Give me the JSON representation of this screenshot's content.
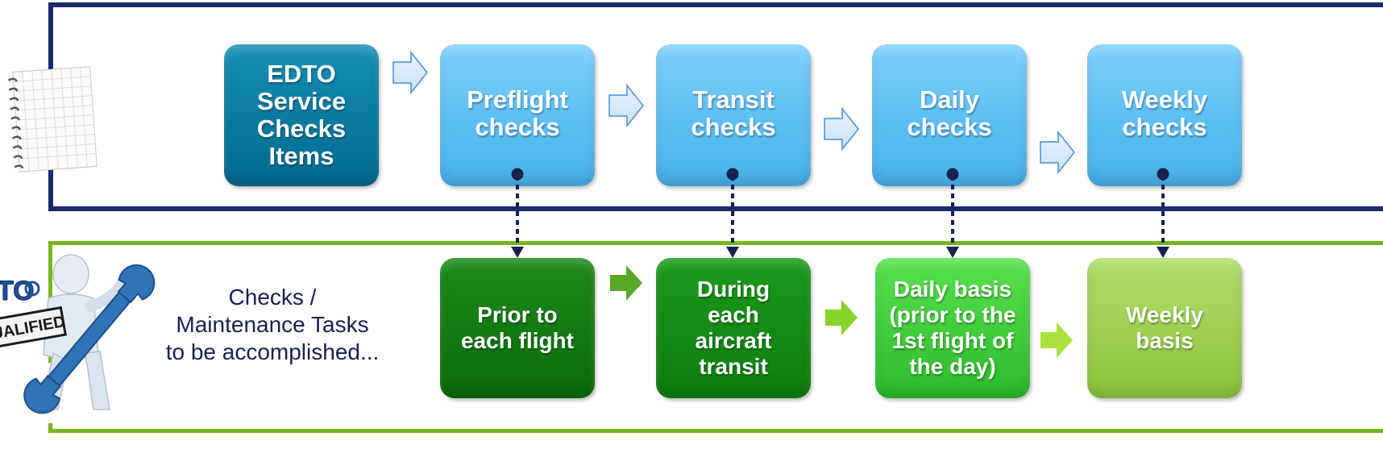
{
  "service_box": {
    "label": [
      "EDTO",
      "Service",
      "Checks",
      "Items"
    ]
  },
  "top_boxes": [
    {
      "label": [
        "Preflight",
        "checks"
      ]
    },
    {
      "label": [
        "Transit",
        "checks"
      ]
    },
    {
      "label": [
        "Daily",
        "checks"
      ]
    },
    {
      "label": [
        "Weekly",
        "checks"
      ]
    }
  ],
  "bottom_boxes": [
    {
      "label": [
        "Prior to",
        "each flight"
      ]
    },
    {
      "label": [
        "During",
        "each",
        "aircraft",
        "transit"
      ]
    },
    {
      "label": [
        "Daily basis",
        "(prior to the",
        "1st flight of",
        "the day)"
      ]
    },
    {
      "label": [
        "Weekly",
        "basis"
      ]
    }
  ],
  "caption": [
    "Checks /",
    "Maintenance Tasks",
    "to be accomplished..."
  ],
  "badge": {
    "top": "TO",
    "bottom": "UALIFIED"
  },
  "colors": {
    "top_border": "#1c2a6b",
    "bottom_border": "#7ab51d",
    "caption": "#17204f"
  }
}
